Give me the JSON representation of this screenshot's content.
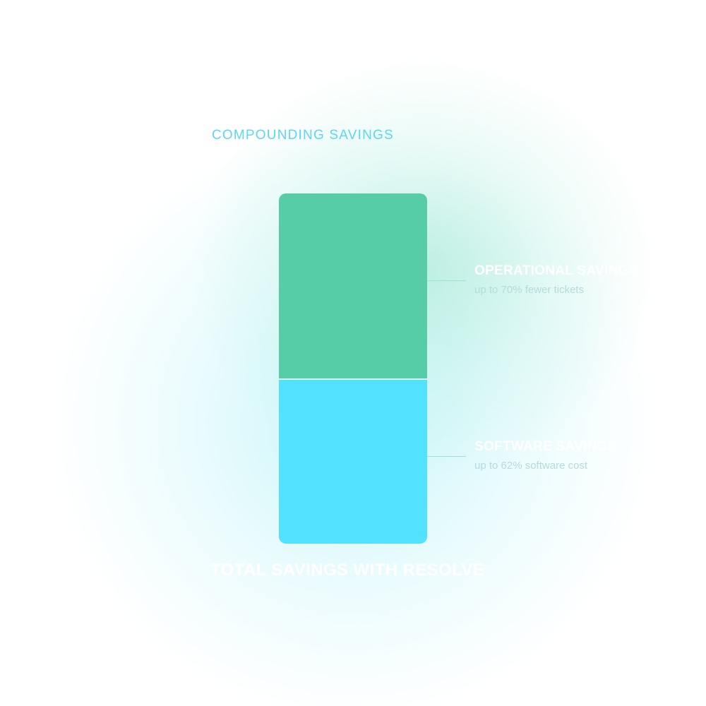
{
  "colors": {
    "title": "#5ad8f2",
    "operational": "#56cda7",
    "software": "#52e2ff",
    "label_text": "#ffffff",
    "desc_text": "#b4dcdc",
    "connector": "#9be3cf"
  },
  "chart_data": {
    "type": "bar",
    "stacked": true,
    "title": "COMPOUNDING SAVINGS",
    "footer": "TOTAL SAVINGS WITH RESOLVE",
    "unit": "%",
    "segments": [
      {
        "name": "OPERATIONAL SAVINGS",
        "description": "up to 70% fewer tickets",
        "value": 70,
        "color": "#56cda7"
      },
      {
        "name": "SOFTWARE SAVINGS",
        "description": "up to 62% software cost",
        "value": 62,
        "color": "#52e2ff"
      }
    ],
    "legend": "right"
  }
}
